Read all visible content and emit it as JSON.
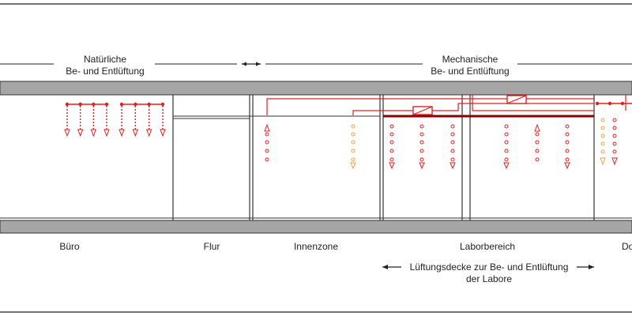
{
  "colors": {
    "line": "#222222",
    "slab": "#a6a6a6",
    "red": "#e02020",
    "darkred": "#8b0000",
    "orange": "#f0a040"
  },
  "top_labels": {
    "natural": [
      "Natürliche",
      "Be- und Entlüftung"
    ],
    "mechanical": [
      "Mechanische",
      "Be- und Entlüftung"
    ]
  },
  "zones": {
    "buero": "Büro",
    "flur": "Flur",
    "innenzone": "Innenzone",
    "laborbereich": "Laborbereich",
    "cut": "Do"
  },
  "ceiling_note": [
    "Lüftungsdecke zur Be- und Entlüftung",
    "der Labore"
  ]
}
